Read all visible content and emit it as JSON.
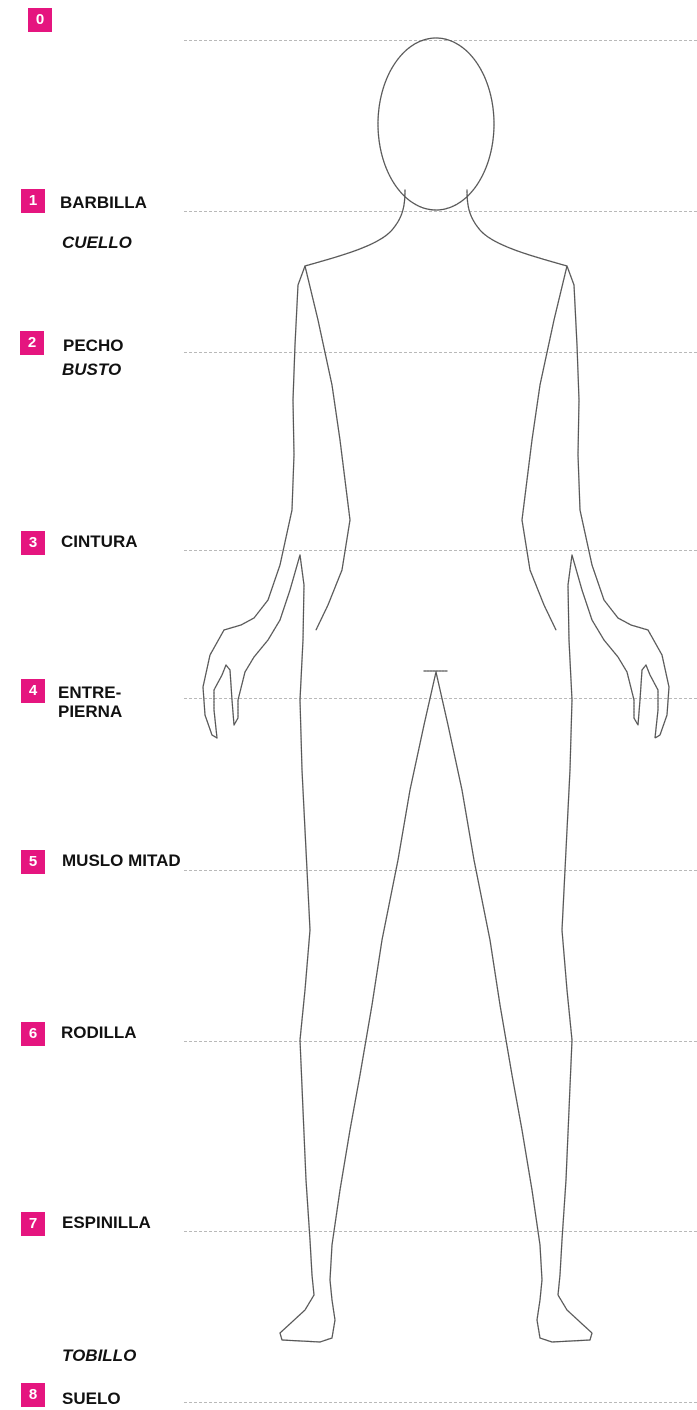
{
  "accent_color": "#e5157f",
  "levels": [
    {
      "number": "0"
    },
    {
      "number": "1",
      "label": "BARBILLA",
      "sublabel": "CUELLO"
    },
    {
      "number": "2",
      "label": "PECHO",
      "sublabel": "BUSTO"
    },
    {
      "number": "3",
      "label": "CINTURA"
    },
    {
      "number": "4",
      "label": "ENTRE-\nPIERNA"
    },
    {
      "number": "5",
      "label": "MUSLO MITAD"
    },
    {
      "number": "6",
      "label": "RODILLA"
    },
    {
      "number": "7",
      "label": "ESPINILLA"
    },
    {
      "number": "8",
      "label": "SUELO"
    }
  ],
  "extra_labels": {
    "ankle": "TOBILLO"
  }
}
